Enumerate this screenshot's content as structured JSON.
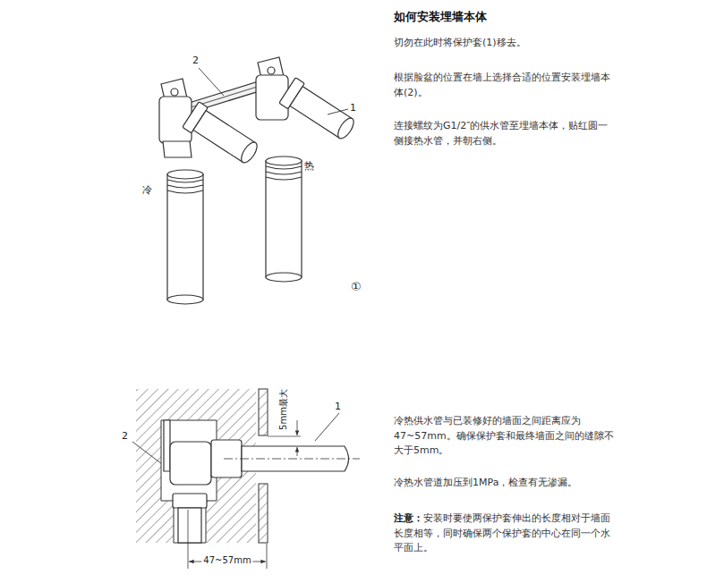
{
  "diagram": {
    "title": "如何安装埋墙本体",
    "labels": [
      "2",
      "1",
      "冷",
      "热",
      "①",
      "切勿在此时将保护套(1)移去。",
      "根据脸盆的位置在墙上选择合适的位置安装埋墙本体(2)。",
      "连接螺纹为G1/2″的供水管至埋墙本体，贴红圆一侧接热水管，并朝右侧。",
      "2",
      "5mm最大",
      "1",
      "冷热供水管与已装修好的墙面之间距离应为47~57mm。确保保护套和最终墙面之间的缝隙不大于5mm。",
      "冷热水管道加压到1MPa，检查有无渗漏。",
      "注意：",
      "安装时要使两保护套伸出的长度相对于墙面长度相等，同时确保两个保护套的中心在同一个水平面上。",
      "47~57mm"
    ]
  }
}
